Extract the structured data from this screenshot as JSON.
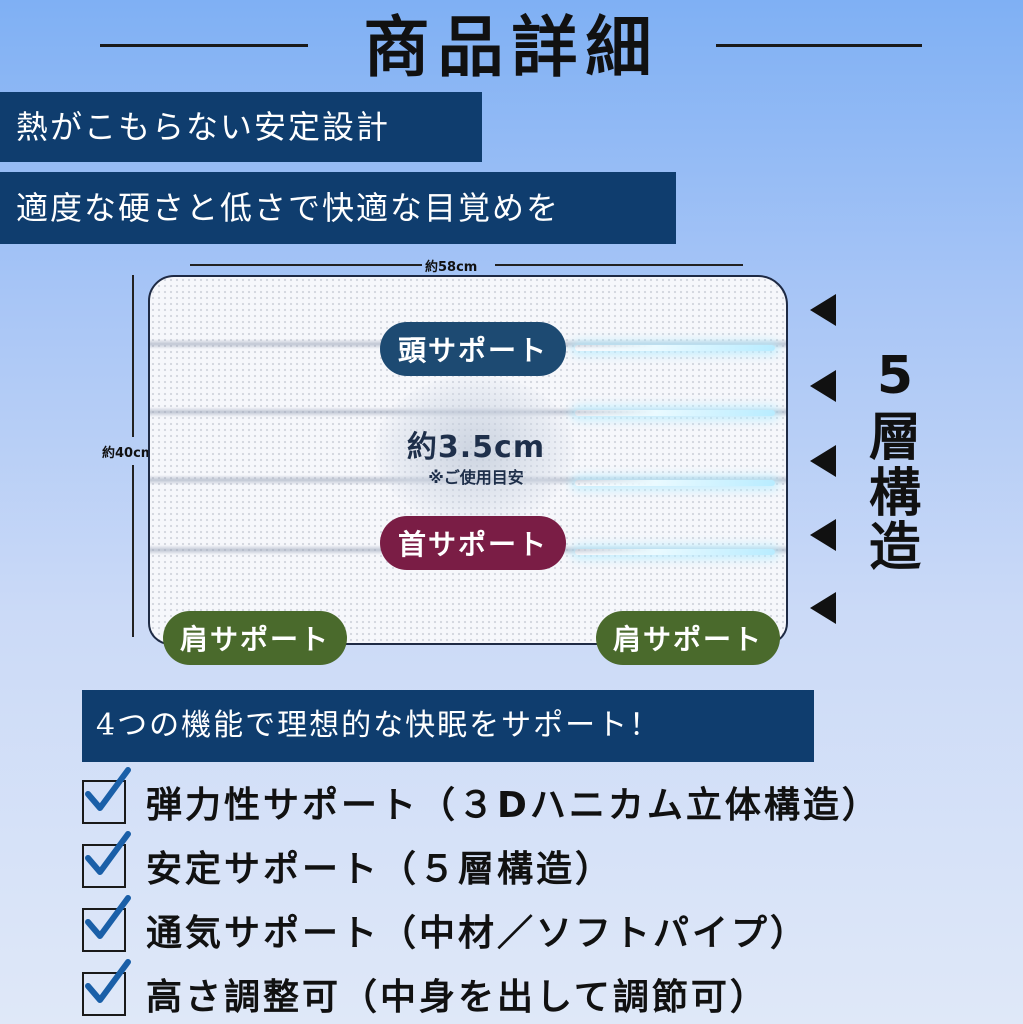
{
  "header": {
    "title": "商品詳細"
  },
  "banners": {
    "heat": "熱がこもらない安定設計",
    "wake": "適度な硬さと低さで快適な目覚めを",
    "features": "4つの機能で理想的な快眠をサポート！"
  },
  "pillow": {
    "width_label": "約58cm",
    "height_label": "約40cm",
    "center_value": "約3.5cm",
    "center_note": "※ご使用目安",
    "head_label": "頭サポート",
    "neck_label": "首サポート",
    "shoulder_label_left": "肩サポート",
    "shoulder_label_right": "肩サポート",
    "layers": {
      "number": "5",
      "chars": [
        "層",
        "構",
        "造"
      ]
    }
  },
  "features": [
    "弾力性サポート（３Dハニカム立体構造）",
    "安定サポート（５層構造）",
    "通気サポート（中材／ソフトパイプ）",
    "高さ調整可（中身を出して調節可）"
  ],
  "colors": {
    "banner": "#0f3d6e",
    "head_pill": "#1d4a72",
    "neck_pill": "#7a1d45",
    "shoulder_pill": "#4a6a2c",
    "check": "#1a5fa8"
  }
}
